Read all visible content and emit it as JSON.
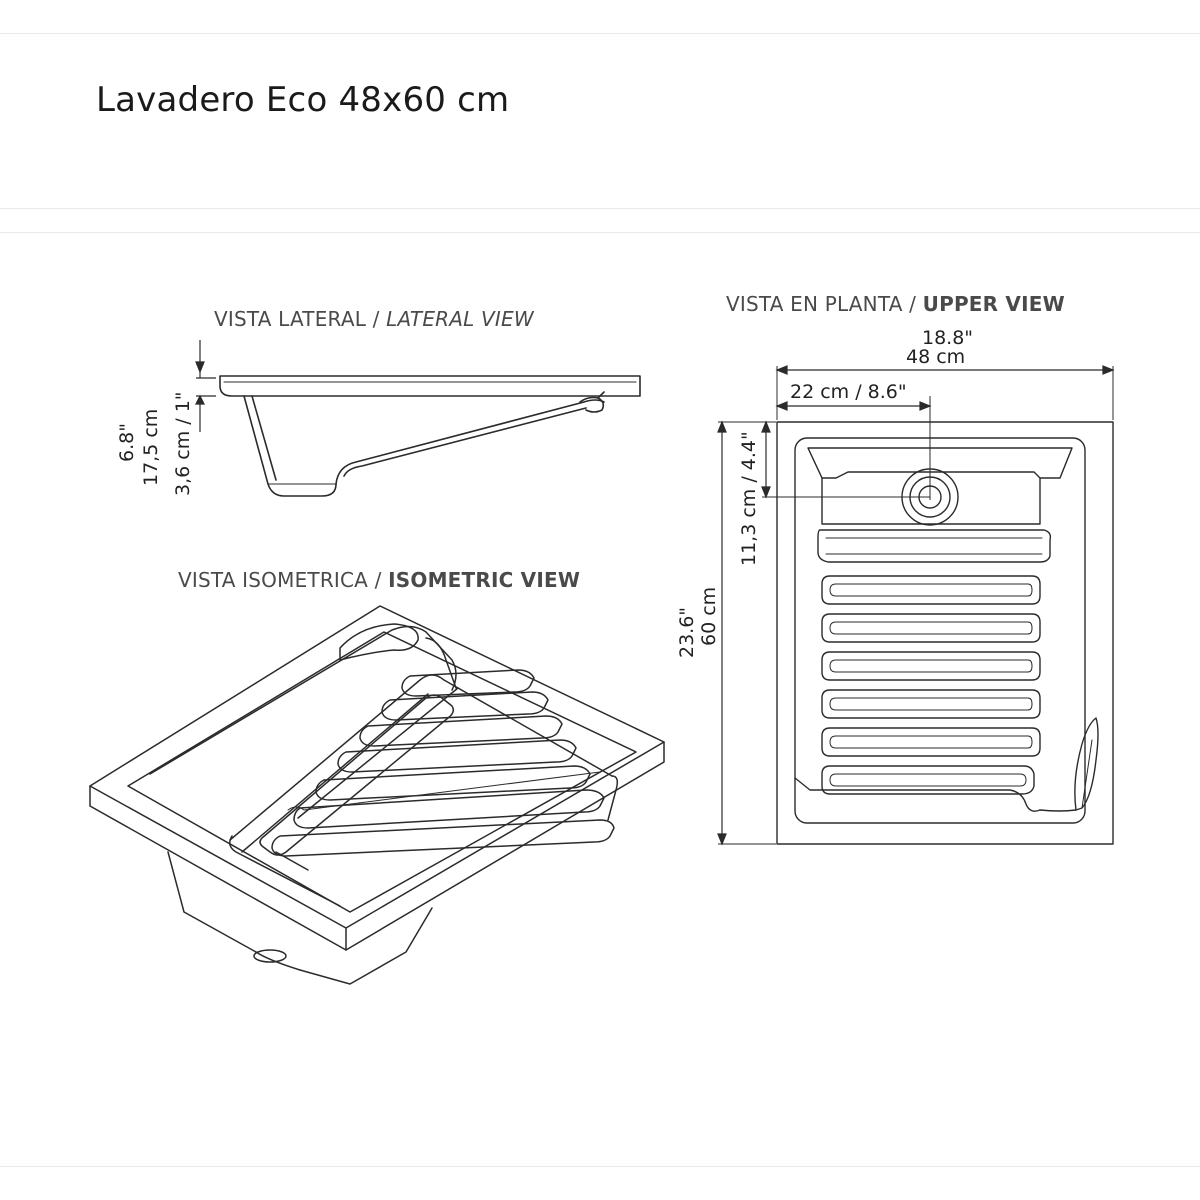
{
  "header": {
    "title": "Lavadero Eco 48x60 cm"
  },
  "lateral_view": {
    "label_es": "VISTA LATERAL / ",
    "label_en": "LATERAL VIEW",
    "dim_total_in": "6.8\"",
    "dim_total_cm": "17,5 cm",
    "dim_rim": "3,6 cm / 1\""
  },
  "upper_view": {
    "label_es": "VISTA EN PLANTA / ",
    "label_en": "UPPER VIEW",
    "width_in": "18.8\"",
    "width_cm": "48 cm",
    "drain_offset_x": "22 cm  / 8.6\"",
    "drain_offset_y": "11,3 cm / 4.4\"",
    "depth_in": "23.6\"",
    "depth_cm": "60 cm"
  },
  "isometric_view": {
    "label_es": "VISTA ISOMETRICA / ",
    "label_en": "ISOMETRIC VIEW"
  },
  "colors": {
    "line": "#2b2b2b",
    "label": "#4a4a4a",
    "separator": "#e9e9e9"
  }
}
